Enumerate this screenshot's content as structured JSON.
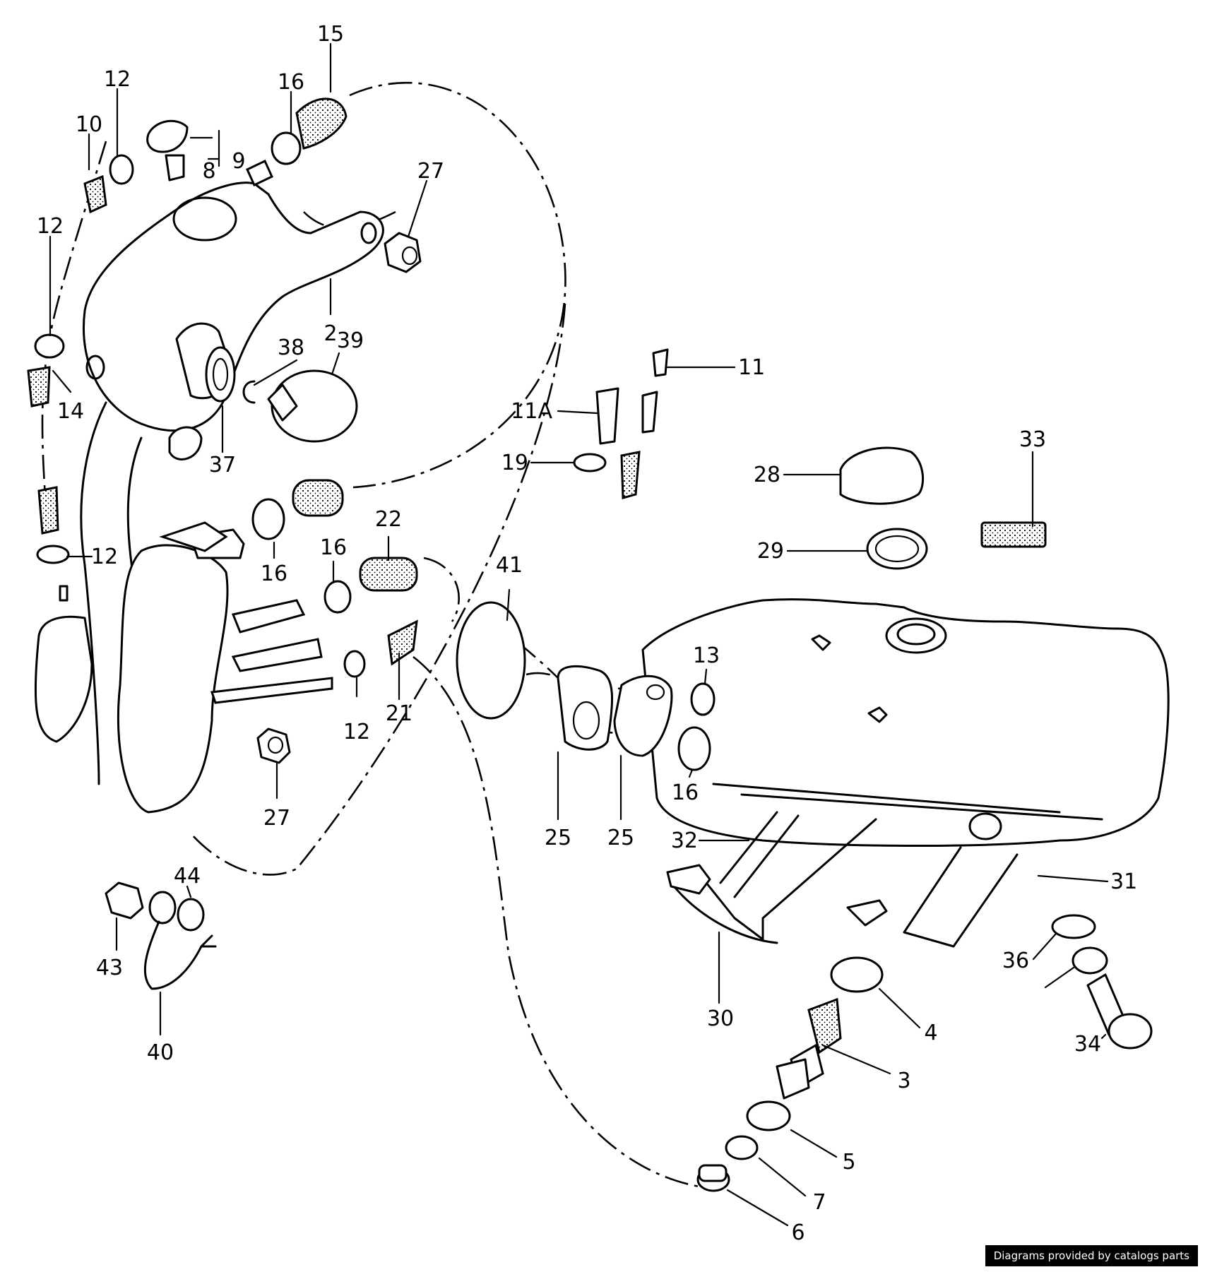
{
  "callouts": [
    {
      "id": "c15",
      "label": "15"
    },
    {
      "id": "c12a",
      "label": "12"
    },
    {
      "id": "c16a",
      "label": "16"
    },
    {
      "id": "c10",
      "label": "10"
    },
    {
      "id": "c9",
      "label": "9"
    },
    {
      "id": "c8",
      "label": "8"
    },
    {
      "id": "c27a",
      "label": "27"
    },
    {
      "id": "c12b",
      "label": "12"
    },
    {
      "id": "c2",
      "label": "2"
    },
    {
      "id": "c38",
      "label": "38"
    },
    {
      "id": "c39",
      "label": "39"
    },
    {
      "id": "c14",
      "label": "14"
    },
    {
      "id": "c37",
      "label": "37"
    },
    {
      "id": "c11",
      "label": "11"
    },
    {
      "id": "c11a",
      "label": "11A"
    },
    {
      "id": "c19",
      "label": "19"
    },
    {
      "id": "c33",
      "label": "33"
    },
    {
      "id": "c28",
      "label": "28"
    },
    {
      "id": "c29",
      "label": "29"
    },
    {
      "id": "c16b",
      "label": "16"
    },
    {
      "id": "c12c",
      "label": "12"
    },
    {
      "id": "c22",
      "label": "22"
    },
    {
      "id": "c16c",
      "label": "16"
    },
    {
      "id": "c41",
      "label": "41"
    },
    {
      "id": "c13",
      "label": "13"
    },
    {
      "id": "c12d",
      "label": "12"
    },
    {
      "id": "c21",
      "label": "21"
    },
    {
      "id": "c16d",
      "label": "16"
    },
    {
      "id": "c27b",
      "label": "27"
    },
    {
      "id": "c25a",
      "label": "25"
    },
    {
      "id": "c25b",
      "label": "25"
    },
    {
      "id": "c32",
      "label": "32"
    },
    {
      "id": "c31",
      "label": "31"
    },
    {
      "id": "c44",
      "label": "44"
    },
    {
      "id": "c43",
      "label": "43"
    },
    {
      "id": "c40",
      "label": "40"
    },
    {
      "id": "c30",
      "label": "30"
    },
    {
      "id": "c36",
      "label": "36"
    },
    {
      "id": "c4",
      "label": "4"
    },
    {
      "id": "c34",
      "label": "34"
    },
    {
      "id": "c3",
      "label": "3"
    },
    {
      "id": "c5",
      "label": "5"
    },
    {
      "id": "c7",
      "label": "7"
    },
    {
      "id": "c6",
      "label": "6"
    }
  ],
  "credit": "Diagrams provided by catalogs parts"
}
